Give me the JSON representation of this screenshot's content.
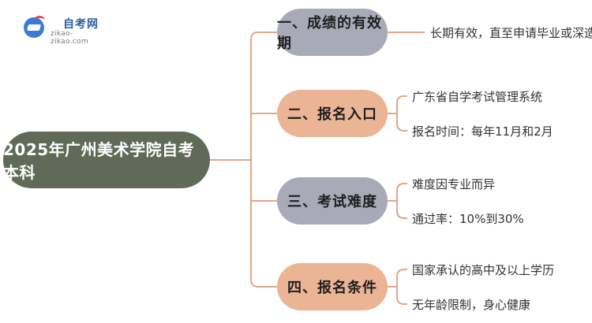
{
  "logo": {
    "title": "自考网",
    "url": "zikao-zikao.com"
  },
  "root": {
    "label": "2025年广州美术学院自考本科"
  },
  "branches": [
    {
      "label": "一、成绩的有效期",
      "leaves": [
        "长期有效，直至申请毕业或深造"
      ]
    },
    {
      "label": "二、报名入口",
      "leaves": [
        "广东省自学考试管理系统",
        "报名时间：每年11月和2月"
      ]
    },
    {
      "label": "三、考试难度",
      "leaves": [
        "难度因专业而异",
        "通过率：10%到30%"
      ]
    },
    {
      "label": "四、报名条件",
      "leaves": [
        "国家承认的高中及以上学历",
        "无年龄限制，身心健康"
      ]
    }
  ],
  "colors": {
    "root_fill": "#5f6b57",
    "branch_gray": "#a8aab8",
    "branch_peach": "#ebb495",
    "connector": "#e0a88a"
  }
}
